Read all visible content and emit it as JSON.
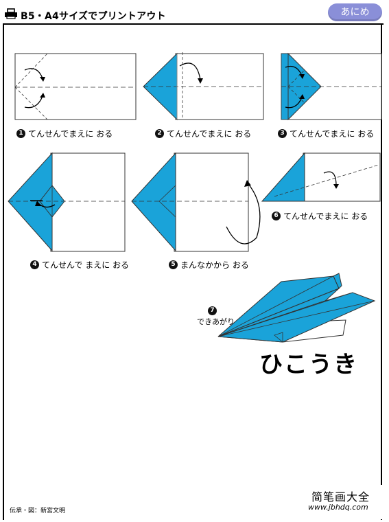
{
  "header": {
    "title": "B5・A4サイズでプリントアウト",
    "badge": "あにめ",
    "icon": "printer-icon"
  },
  "colors": {
    "paper_blue": "#1aa3d9",
    "badge": "#8a8fd8",
    "ink": "#000000"
  },
  "steps": [
    {
      "number": "1",
      "text": "てんせんでまえに おる"
    },
    {
      "number": "2",
      "text": "てんせんでまえに おる"
    },
    {
      "number": "3",
      "text": "てんせんでまえに おる"
    },
    {
      "number": "4",
      "text": "てんせんで まえに おる"
    },
    {
      "number": "5",
      "text": "まんなかから おる"
    },
    {
      "number": "6",
      "text": "てんせんでまえに おる"
    },
    {
      "number": "7",
      "text": "できあがり"
    }
  ],
  "final": {
    "title": "ひこうき"
  },
  "credit": "伝承・図：新宮文明",
  "watermark": {
    "name": "简笔画大全",
    "url": "www.jbhdq.com"
  }
}
